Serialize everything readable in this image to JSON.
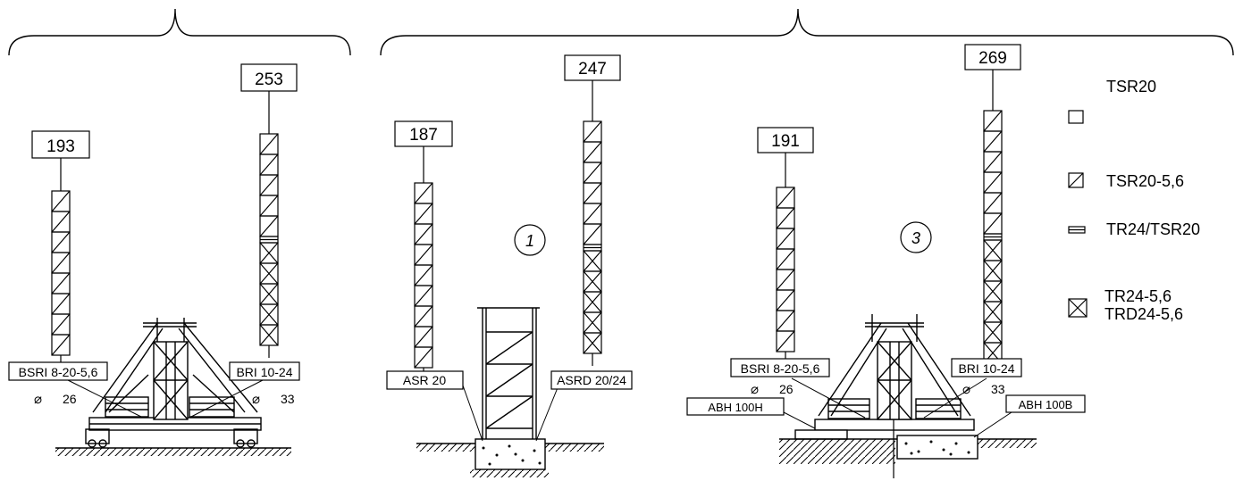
{
  "mast_heights": {
    "left_short": "193",
    "left_tall": "253",
    "mid_short": "187",
    "mid_tall": "247",
    "right_short": "191",
    "right_tall": "269"
  },
  "circle_labels": {
    "mid": "1",
    "right": "3"
  },
  "tags": {
    "bsri_left": "BSRI 8-20-5,6",
    "bri_left": "BRI 10-24",
    "asr": "ASR 20",
    "asrd": "ASRD 20/24",
    "bsri_right": "BSRI 8-20-5,6",
    "bri_right": "BRI 10-24",
    "abh_h": "ABH 100H",
    "abh_b": "ABH 100B"
  },
  "diameters": {
    "left_a": "26",
    "left_b": "33",
    "right_a": "26",
    "right_b": "33"
  },
  "legend": [
    {
      "icon": "plain-square-icon",
      "lines": [
        "TSR20"
      ]
    },
    {
      "icon": "hatched-square-icon",
      "lines": [
        "TSR20-5,6"
      ]
    },
    {
      "icon": "double-line-rect-icon",
      "lines": [
        "TR24/TSR20"
      ]
    },
    {
      "icon": "crossed-square-icon",
      "lines": [
        "TR24-5,6",
        "TRD24-5,6"
      ]
    }
  ]
}
